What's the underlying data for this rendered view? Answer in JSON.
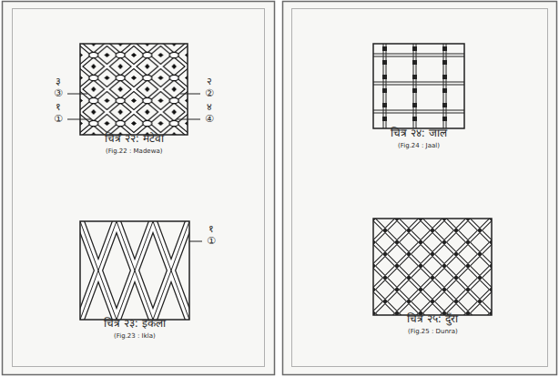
{
  "diagram": {
    "labels": [
      "३",
      "③",
      "१",
      "①",
      "२",
      "②",
      "४",
      "④",
      "चित्र २२: मटेवा",
      "(Fig.22 : Madewa)",
      "१",
      "①",
      "चित्र २३: इकला",
      "(Fig.23 : Ikla)",
      "चित्र २४: जाल",
      "(Fig.24 : Jaal)",
      "चित्र २५: दुँरा",
      "(Fig.25 : Dunra)"
    ]
  }
}
